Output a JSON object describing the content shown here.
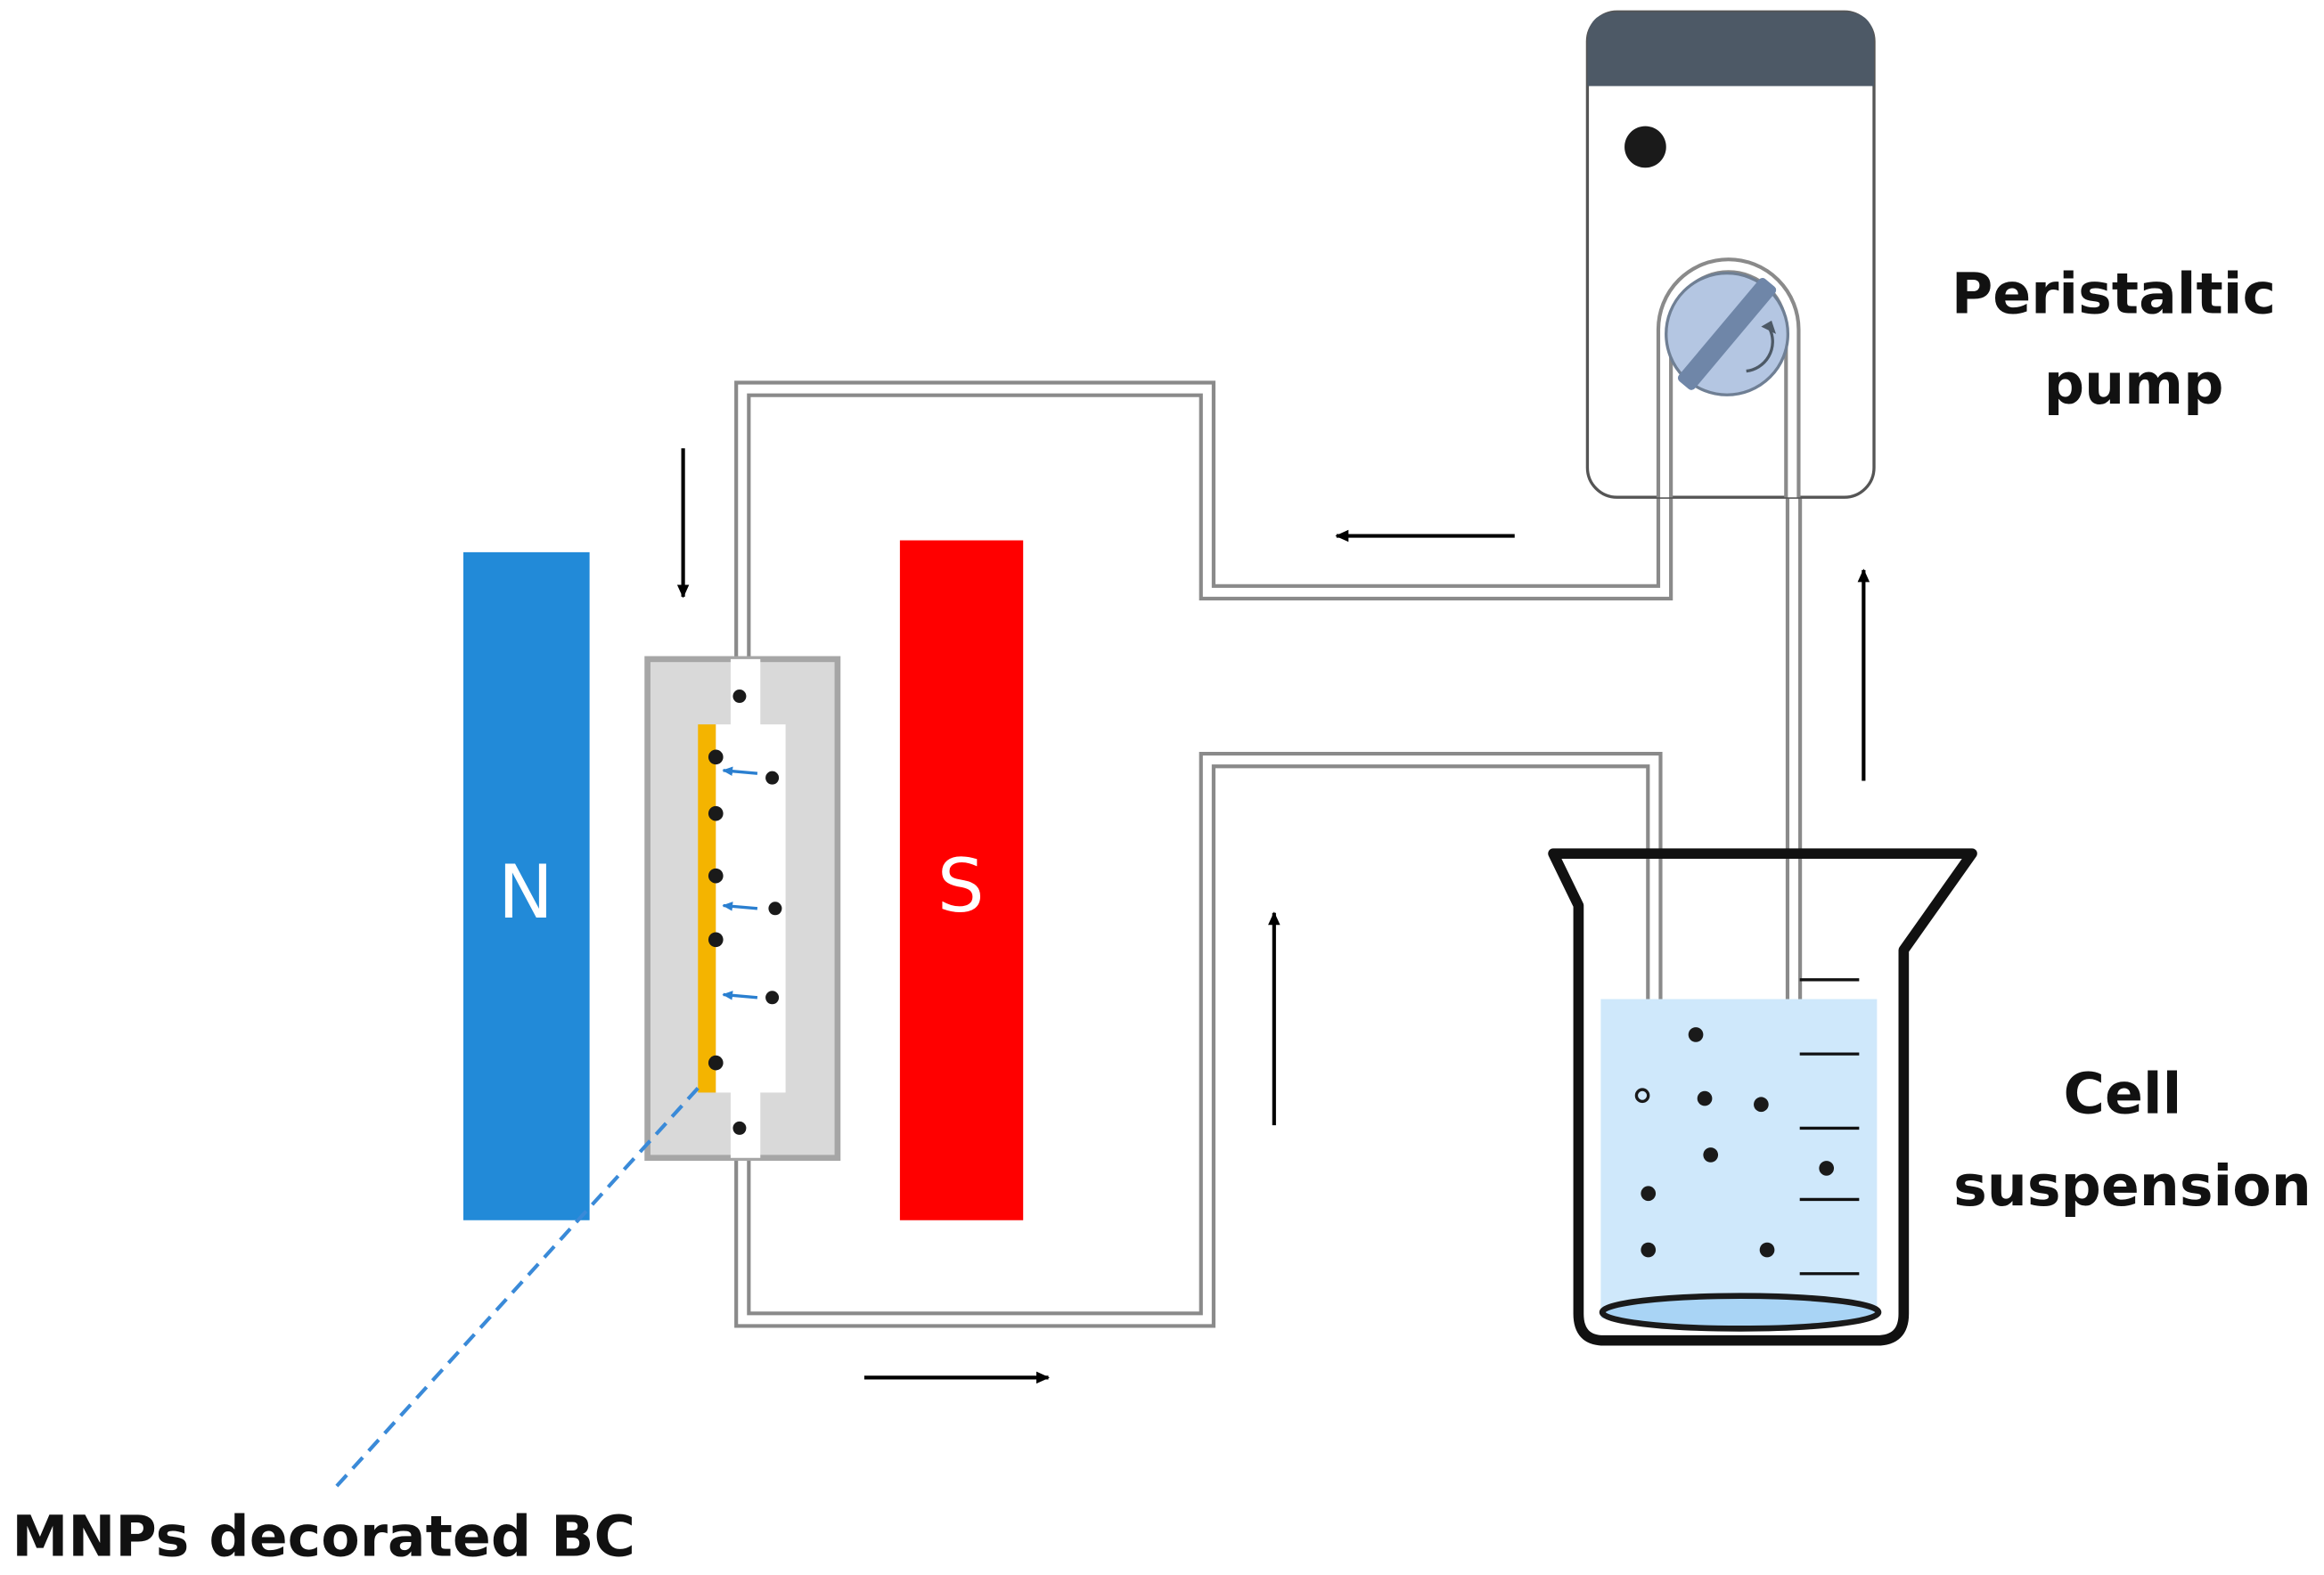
{
  "magnets": {
    "north": {
      "label": "N",
      "color": "#228ad8"
    },
    "south": {
      "label": "S",
      "color": "#ff0000"
    }
  },
  "labels": {
    "pump_line1": "Peristaltic",
    "pump_line2": "pump",
    "cell_line1": "Cell",
    "cell_line2": "suspension",
    "bc": "MNPs decorated BC"
  },
  "colors": {
    "bc_layer": "#f4b400",
    "chamber": "#d9d9d9",
    "pump_cap": "#4d5966",
    "liquid": "#cfe8fb",
    "guide_line": "#3a8ad8",
    "rotor": "#b4c6e2"
  },
  "icons": {
    "pump": "peristaltic-pump-icon",
    "beaker": "beaker-icon",
    "chamber": "flow-chamber-icon"
  }
}
